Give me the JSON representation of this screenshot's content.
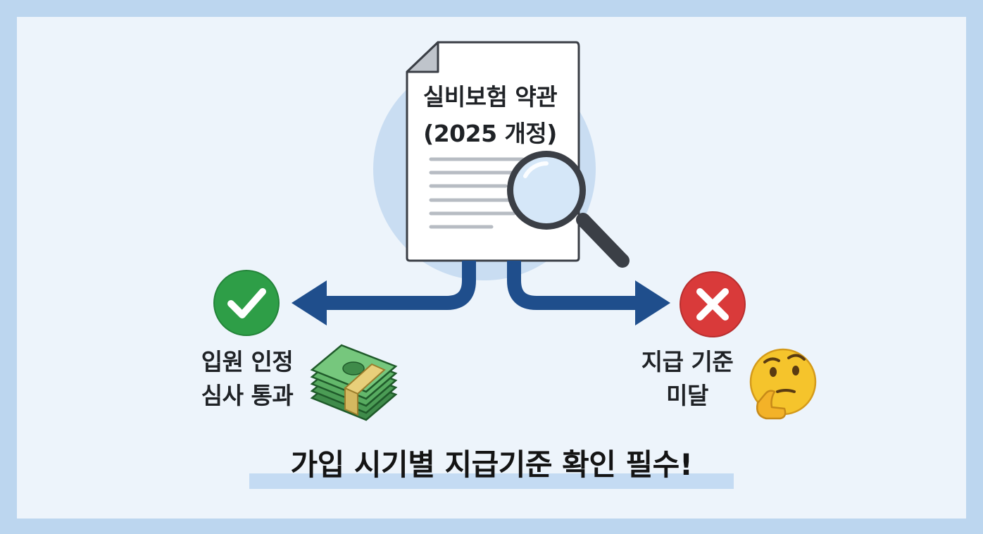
{
  "document": {
    "title_line1": "실비보험 약관",
    "title_line2": "(2025 개정)"
  },
  "outcomes": {
    "approved": {
      "icon": "check-icon",
      "label_line1": "입원 인정",
      "label_line2": "심사 통과",
      "extra_icon": "money-stack-icon"
    },
    "rejected": {
      "icon": "x-icon",
      "label_line1": "지급 기준",
      "label_line2": "미달",
      "extra_icon": "thinking-face-icon"
    }
  },
  "headline": "가입 시기별 지급기준 확인 필수!",
  "colors": {
    "background": "#edf4fb",
    "border": "#bcd6ef",
    "arrow": "#1f4e8c",
    "approved": "#2e9e47",
    "rejected": "#d93a3a",
    "highlight": "#c4dbf3"
  }
}
